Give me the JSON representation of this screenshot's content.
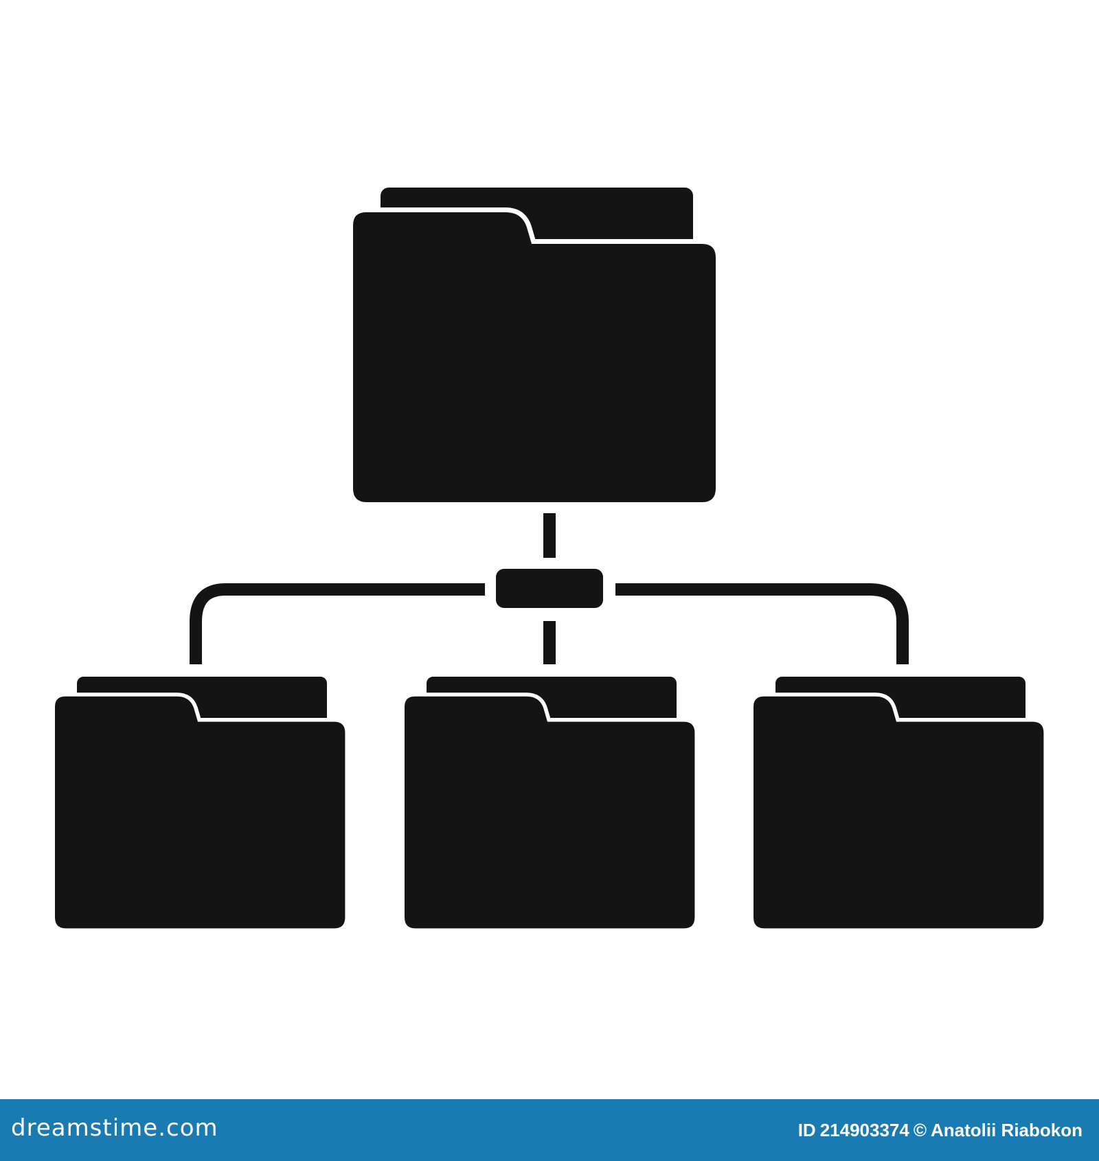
{
  "diagram": {
    "icon_color": "#141414",
    "background": "#ffffff",
    "nodes": [
      {
        "id": "root",
        "icon": "folder-icon"
      },
      {
        "id": "child-left",
        "icon": "folder-icon"
      },
      {
        "id": "child-center",
        "icon": "folder-icon"
      },
      {
        "id": "child-right",
        "icon": "folder-icon"
      }
    ],
    "connector_hub": "hub-icon",
    "edges": [
      [
        "root",
        "child-left"
      ],
      [
        "root",
        "child-center"
      ],
      [
        "root",
        "child-right"
      ]
    ]
  },
  "footer": {
    "background": "#1a7ab2",
    "brand": "dreamstime.com",
    "id_label": "ID",
    "image_id": "214903374",
    "separator": "©",
    "author": "Anatolii Riabokon"
  }
}
